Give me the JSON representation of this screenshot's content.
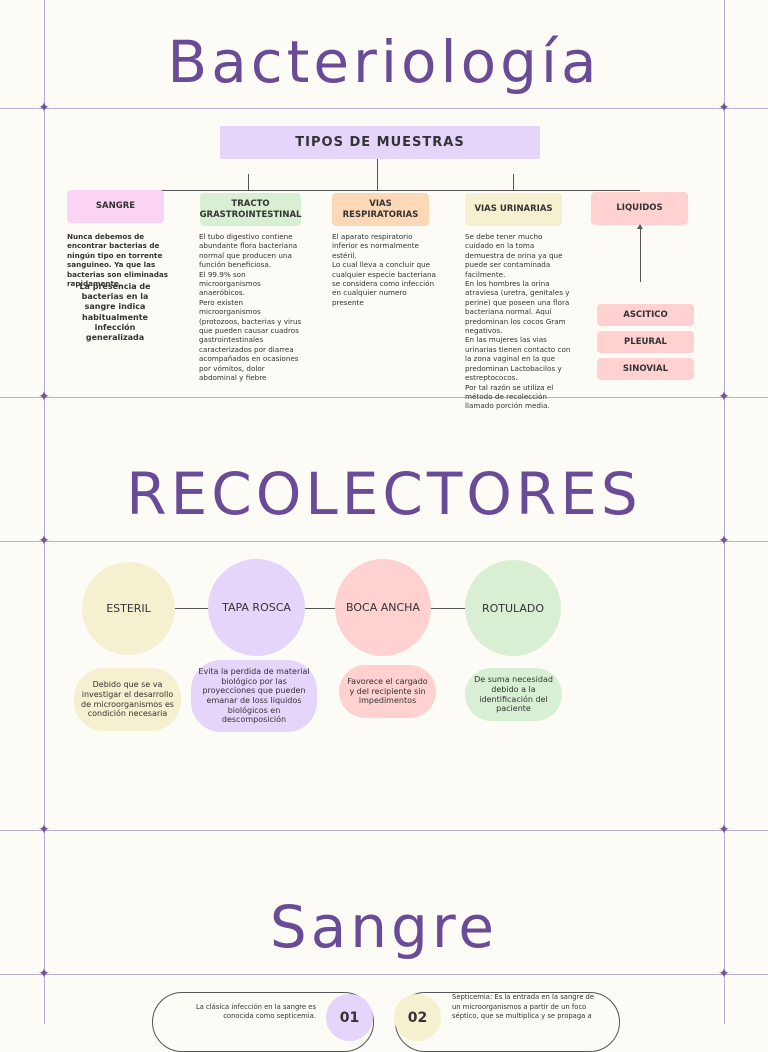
{
  "titles": {
    "bacteriologia": "Bacteriología",
    "recolectores": "RECOLECTORES",
    "sangre": "Sangre"
  },
  "muestras": {
    "header": "TIPOS DE MUESTRAS",
    "categories": [
      {
        "label": "SANGRE",
        "color": "#fbd3f3"
      },
      {
        "label": "TRACTO GRASTROINTESTINAL",
        "color": "#d9efd3"
      },
      {
        "label": "VIAS RESPIRATORIAS",
        "color": "#fdd8b6"
      },
      {
        "label": "VIAS URINARIAS",
        "color": "#f5f0cf"
      },
      {
        "label": "LIQUIDOS",
        "color": "#ffd1d1"
      }
    ],
    "sangre_text_a": "Nunca debemos de encontrar bacterias de ningún tipo en torrente sanguineo. Ya que las bacterias son eliminadas rapidamente.",
    "sangre_text_b": "La presencia de bacterias en la sangre indica habitualmente infección generalizada",
    "tracto_text": "El tubo digestivo contiene abundante flora bacteriana normal que producen una función beneficiosa.\nEl 99.9% son microorganismos anaeróbicos.\nPero existen microorganismos (protozoos, bacterias y virus que pueden causar cuadros gastrointestinales caracterizados por diarrea acompañados en ocasiones por vómitos, dolor abdominal y fiebre",
    "respiratorias_text": "El aparato respiratorio inferior es normalmente estéril.\nLo cual lleva a concluir que cualquier especie bacteriana se considera como infección en cualquier numero presente",
    "urinarias_text": "Se debe tener mucho cuidado en la toma demuestra de orina ya que puede ser contaminada facilmente.\nEn los hombres la orina atraviesa (uretra, genitales y perine) que poseen una flora bacteriana normal. Aquí predominan los cocos Gram negativos.\nEn las mujeres las vias urinarias tienen contacto con la zona vaginal en la que predominan Lactobacilos y estreptococos.\nPor tal razón se utiliza el método de recolección llamado porción media.",
    "liquidos_items": [
      "ASCITICO",
      "PLEURAL",
      "SINOVIAL"
    ]
  },
  "recolectores": {
    "items": [
      {
        "label": "ESTERIL",
        "desc": "Debido que se va investigar el desarrollo de microorganismos es condición necesaria",
        "color": "#f5f0cf"
      },
      {
        "label": "TAPA ROSCA",
        "desc": "Evita la perdida de material biológico por las proyecciones que pueden emanar de loss liquidos biológicos en descomposición",
        "color": "#e5d5fb"
      },
      {
        "label": "BOCA ANCHA",
        "desc": "Favorece el cargado y del recipiente sin impedimentos",
        "color": "#ffd1d1"
      },
      {
        "label": "ROTULADO",
        "desc": "De suma necesidad debido a la identificación del paciente",
        "color": "#d9efd3"
      }
    ]
  },
  "sangre": {
    "card1_text": "La clásica infección en la sangre es conocida como septicemia.",
    "card1_num": "01",
    "card2_num": "02",
    "card2_text": "Septicemia: Es la entrada en la sangre de un microorganismos a partir de un foco séptico, que se multiplica y se propaga a"
  }
}
